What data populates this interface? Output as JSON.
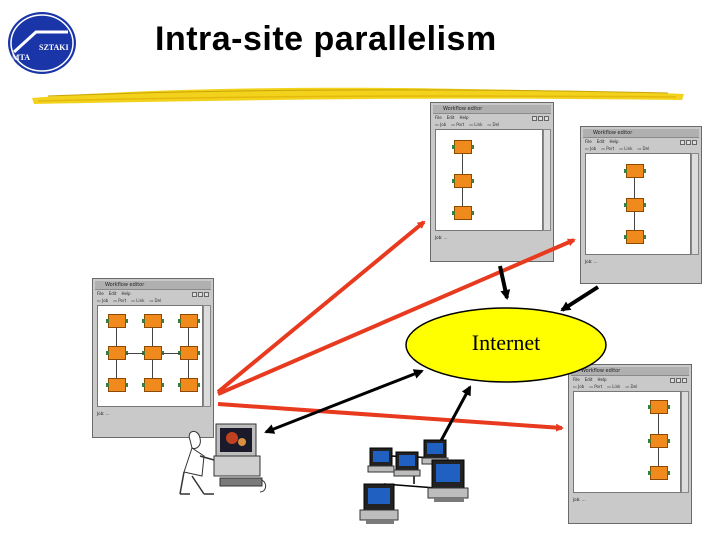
{
  "slide": {
    "title": "Intra-site parallelism",
    "logo_text_left": "MTA",
    "logo_text_right": "SZTAKI"
  },
  "network": {
    "label": "Internet",
    "fill": "#ffff00",
    "stroke": "#000000"
  },
  "colors": {
    "red_arrow": "#e83a1e",
    "black_arrow": "#000000",
    "job_box": "#f08a1c",
    "window_bg": "#c9c9c9"
  },
  "icons": [
    "mta-sztaki-logo",
    "user-at-workstation-icon",
    "computer-network-icon"
  ]
}
